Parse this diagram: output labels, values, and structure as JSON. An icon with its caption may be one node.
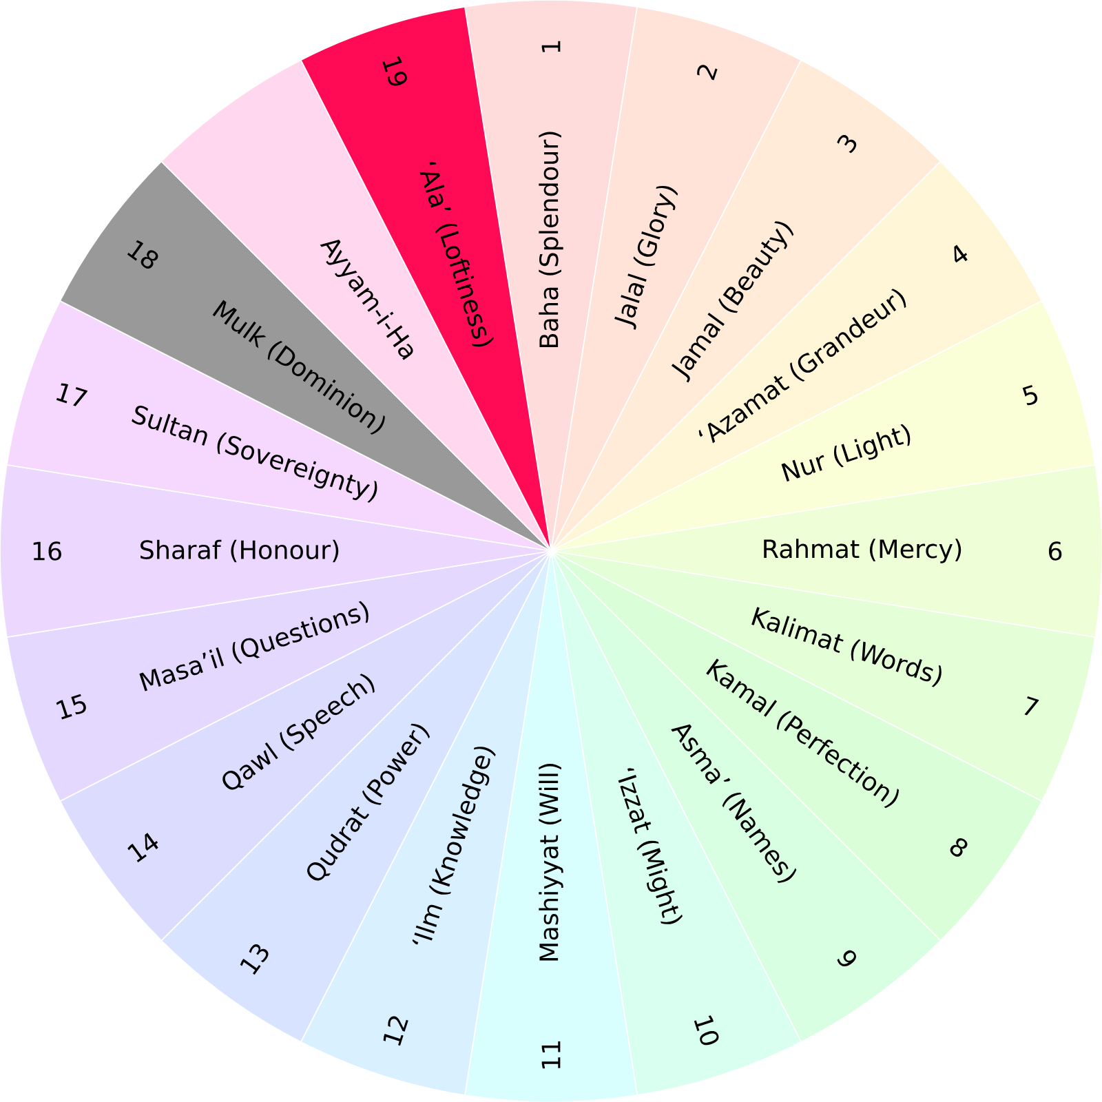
{
  "diagram": {
    "nodes": [
      {
        "text": [
          "Baha (Splendour)",
          "1"
        ]
      },
      {
        "text": [
          "Jalal (Glory)",
          "2"
        ]
      },
      {
        "text": [
          "Jamal (Beauty)",
          "3"
        ]
      },
      {
        "text": [
          "‘Azamat (Grandeur)",
          "4"
        ]
      },
      {
        "text": [
          "Nur (Light)",
          "5"
        ]
      },
      {
        "text": [
          "Rahmat (Mercy)",
          "6"
        ]
      },
      {
        "text": [
          "Kalimat (Words)",
          "7"
        ]
      },
      {
        "text": [
          "Kamal (Perfection)",
          "8"
        ]
      },
      {
        "text": [
          "Asma’ (Names)",
          "9"
        ]
      },
      {
        "text": [
          "‘Izzat (Might)",
          "10"
        ]
      },
      {
        "text": [
          "11",
          "Mashiyyat (Will)"
        ]
      },
      {
        "text": [
          "12",
          "‘Ilm (Knowledge)"
        ]
      },
      {
        "text": [
          "13",
          "Qudrat (Power)"
        ]
      },
      {
        "text": [
          "14",
          "Qawl (Speech)"
        ]
      },
      {
        "text": [
          "15",
          "Masa’il (Questions)"
        ]
      },
      {
        "text": [
          "16",
          "Sharaf (Honour)"
        ]
      },
      {
        "text": [
          "17",
          "Sultan (Sovereignty)"
        ]
      },
      {
        "text": [
          "18",
          "Mulk (Dominion)"
        ]
      },
      {
        "text": [
          "Ayyam-i-Ha"
        ]
      },
      {
        "text": [
          "19",
          "‘Ala’ (Loftiness)"
        ]
      }
    ]
  }
}
